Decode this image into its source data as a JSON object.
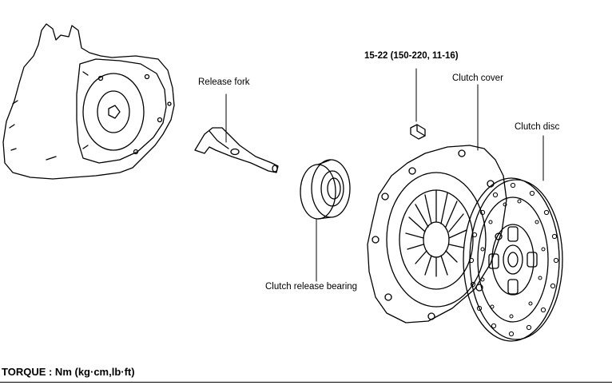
{
  "labels": {
    "release_fork": "Release fork",
    "torque_spec": "15-22 (150-220, 11-16)",
    "clutch_cover": "Clutch cover",
    "clutch_disc": "Clutch disc",
    "release_bearing": "Clutch release bearing"
  },
  "footer": {
    "torque_units": "TORQUE : Nm (kg·cm,lb·ft)"
  }
}
